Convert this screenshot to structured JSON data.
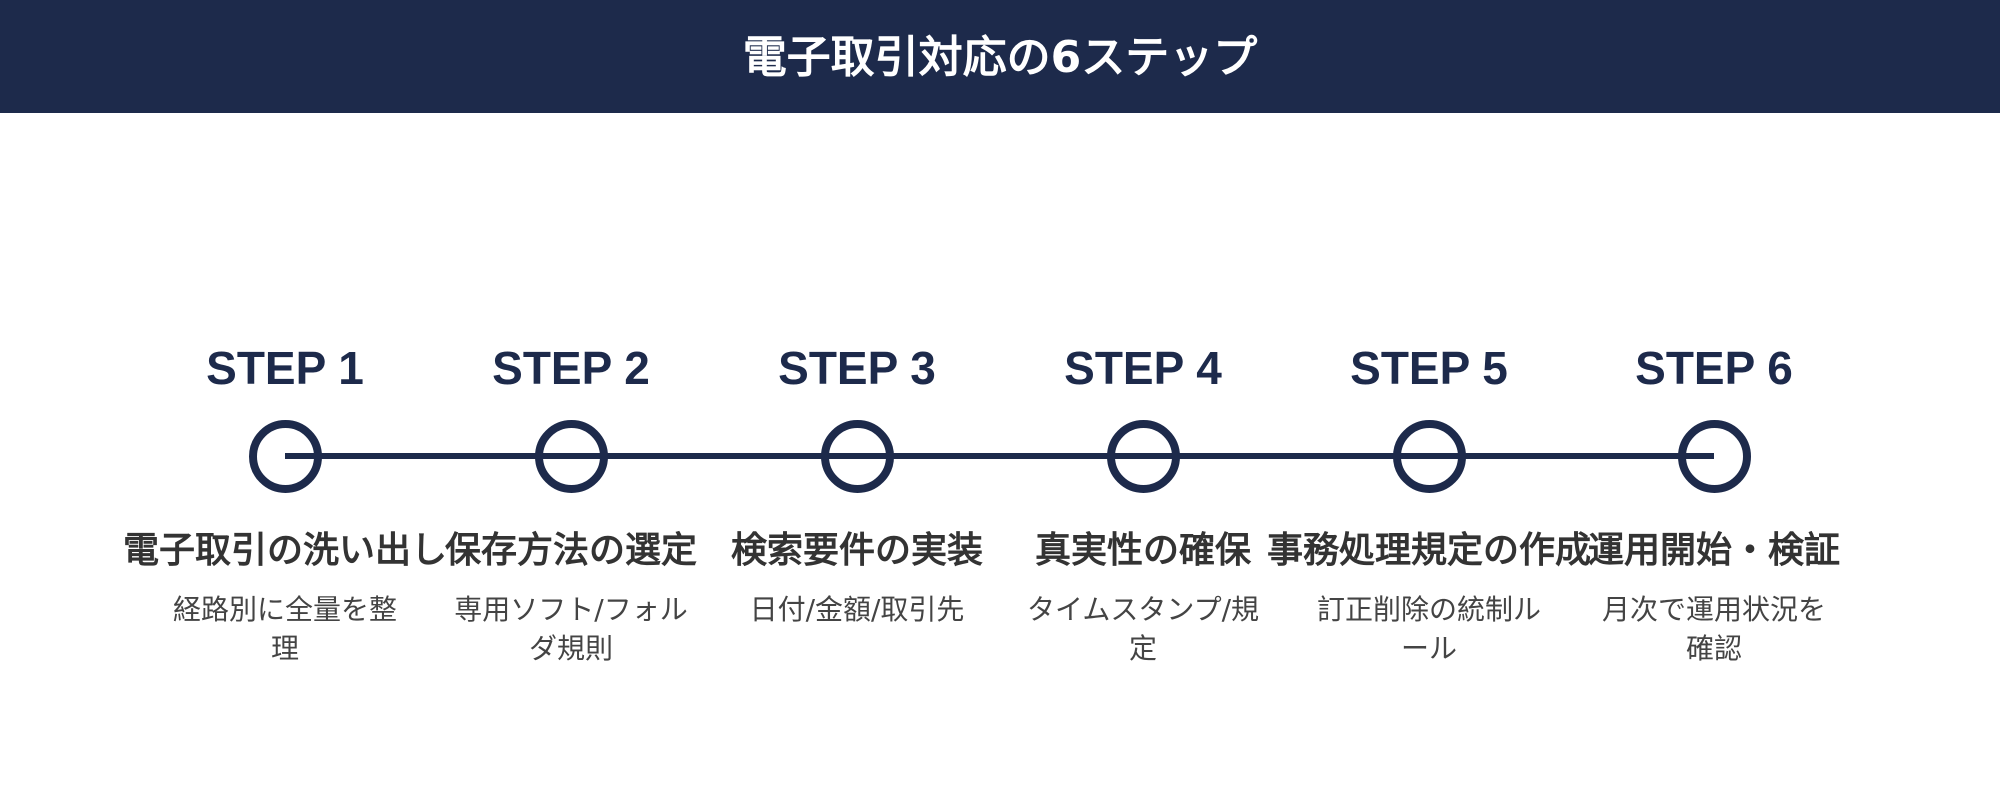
{
  "header": {
    "title": "電子取引対応の6ステップ"
  },
  "colors": {
    "primary": "#1d2a4b",
    "title_text": "#333333",
    "desc_text": "#444444",
    "background": "#ffffff"
  },
  "steps": [
    {
      "label": "STEP 1",
      "title": "電子取引の洗い出し",
      "description": "経路別に全量を整理"
    },
    {
      "label": "STEP 2",
      "title": "保存方法の選定",
      "description": "専用ソフト/フォルダ規則"
    },
    {
      "label": "STEP 3",
      "title": "検索要件の実装",
      "description": "日付/金額/取引先"
    },
    {
      "label": "STEP 4",
      "title": "真実性の確保",
      "description": "タイムスタンプ/規定"
    },
    {
      "label": "STEP 5",
      "title": "事務処理規定の作成",
      "description": "訂正削除の統制ルール"
    },
    {
      "label": "STEP 6",
      "title": "運用開始・検証",
      "description": "月次で運用状況を確認"
    }
  ]
}
